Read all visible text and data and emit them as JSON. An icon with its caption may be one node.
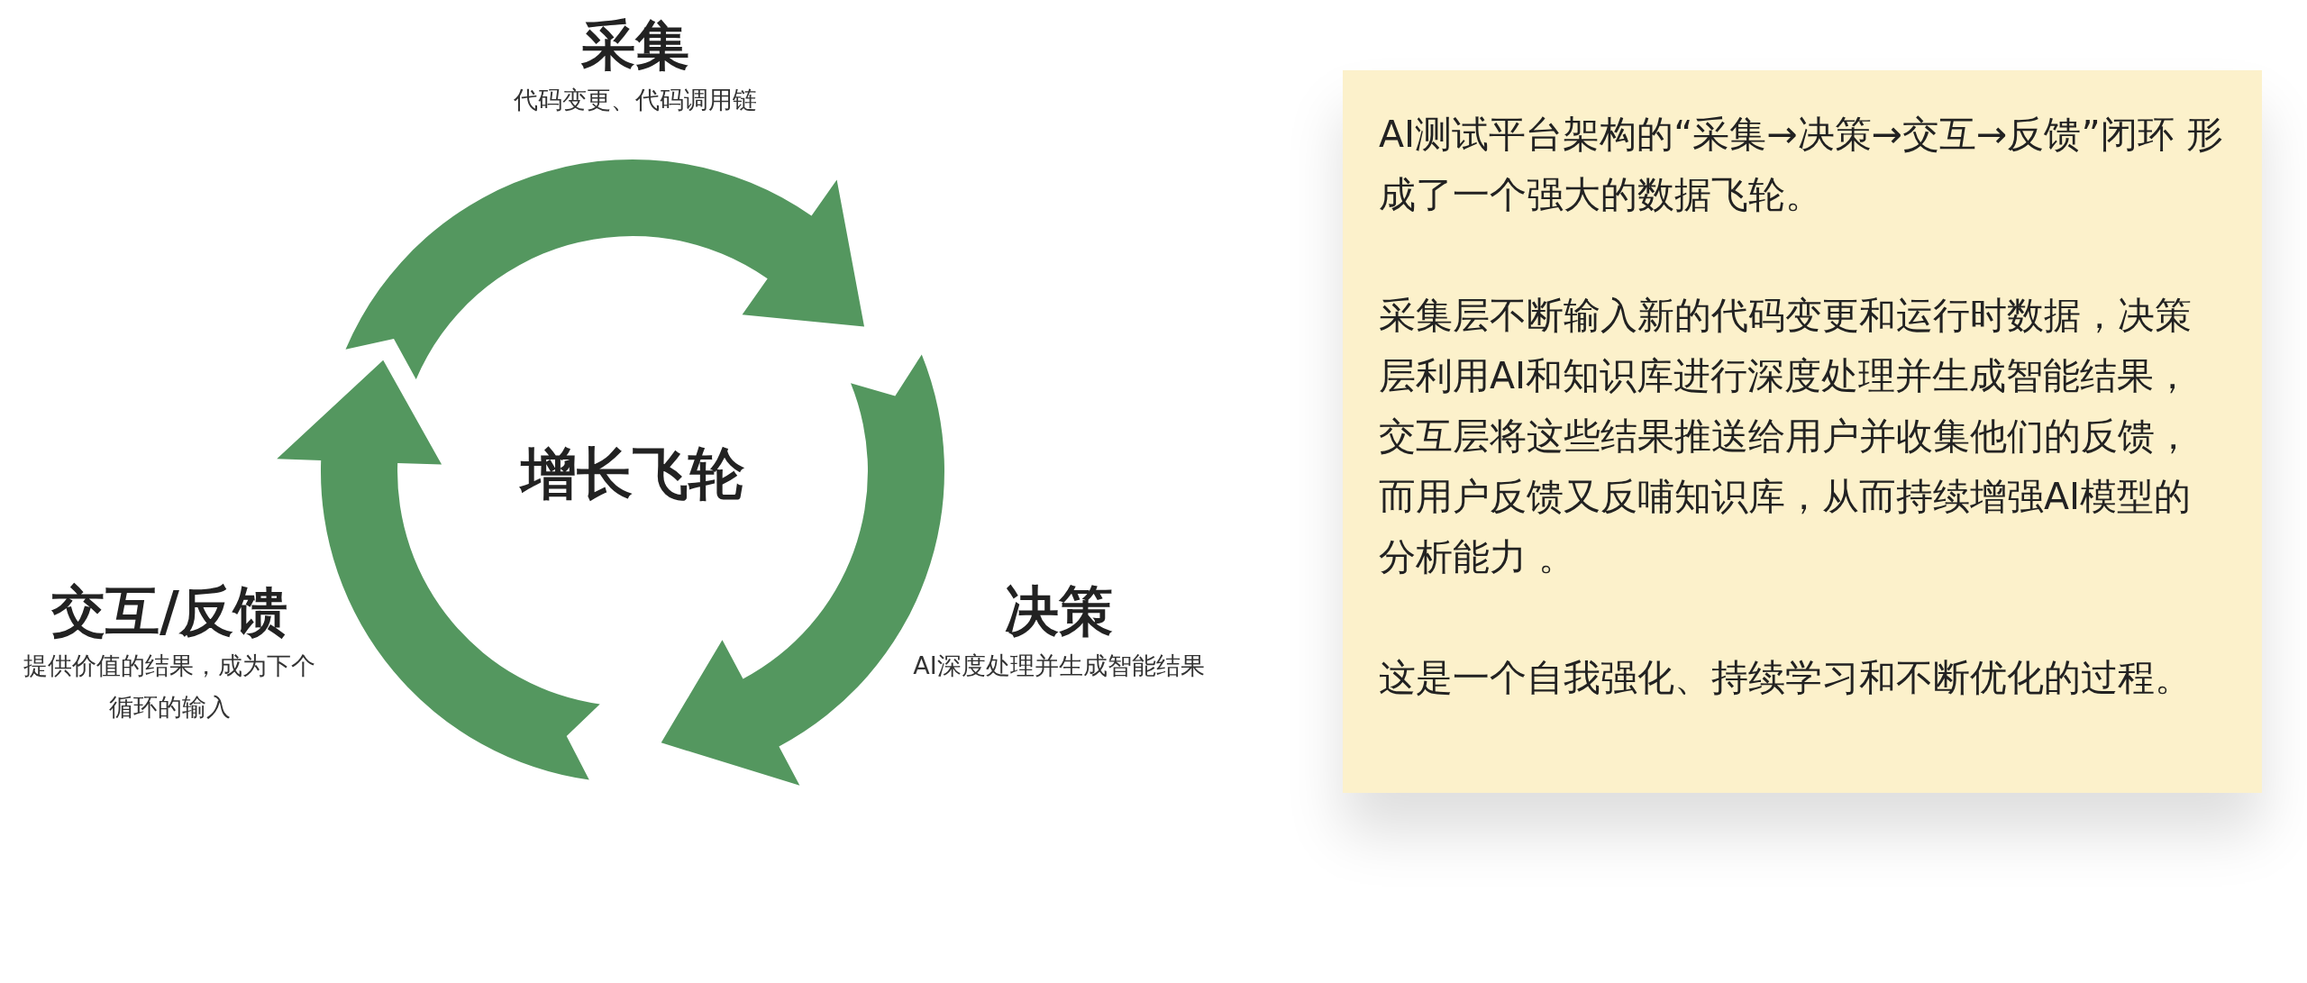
{
  "diagram": {
    "nodes": [
      {
        "text": [
          "采集",
          "代码变更、代码调用链"
        ]
      },
      {
        "text": [
          "决策",
          "AI深度处理并生成智能结果"
        ]
      },
      {
        "text": [
          "交互/反馈",
          "提供价值的结果，成为下个循环的输入"
        ]
      },
      {
        "text": [
          "AI测试平台架构的“采集→决策→交互→反馈”闭环 形成了一个强大的数据飞轮。",
          "采集层不断输入新的代码变更和运行时数据，决策层利用AI和知识库进行深度处理并生成智能结果，交互层将这些结果推送给用户并收集他们的反馈，而用户反馈又反哺知识库，从而持续增强AI模型的分析能力 。",
          "这是一个自我强化、持续学习和不断优化的过程。"
        ]
      }
    ],
    "labels": [
      "增长飞轮"
    ]
  }
}
